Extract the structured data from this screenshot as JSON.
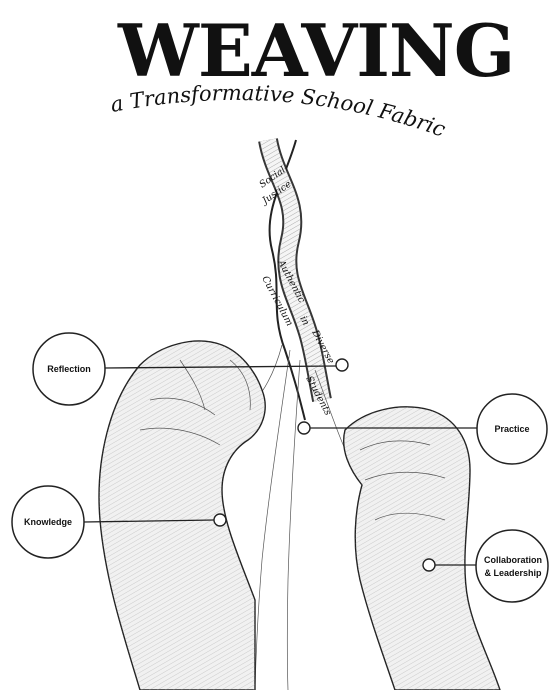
{
  "title": "WEAVING",
  "subtitle": "a Transformative School Fabric",
  "braid_labels": {
    "social_justice_1": "Social",
    "social_justice_2": "Justice",
    "authentic": "Authentic",
    "curriculum": "Curriculum",
    "in": "in",
    "diverse": "Diverse",
    "students": "Students"
  },
  "nodes": {
    "reflection": "Reflection",
    "practice": "Practice",
    "knowledge": "Knowledge",
    "collaboration_1": "Collaboration",
    "collaboration_2": "& Leadership"
  }
}
